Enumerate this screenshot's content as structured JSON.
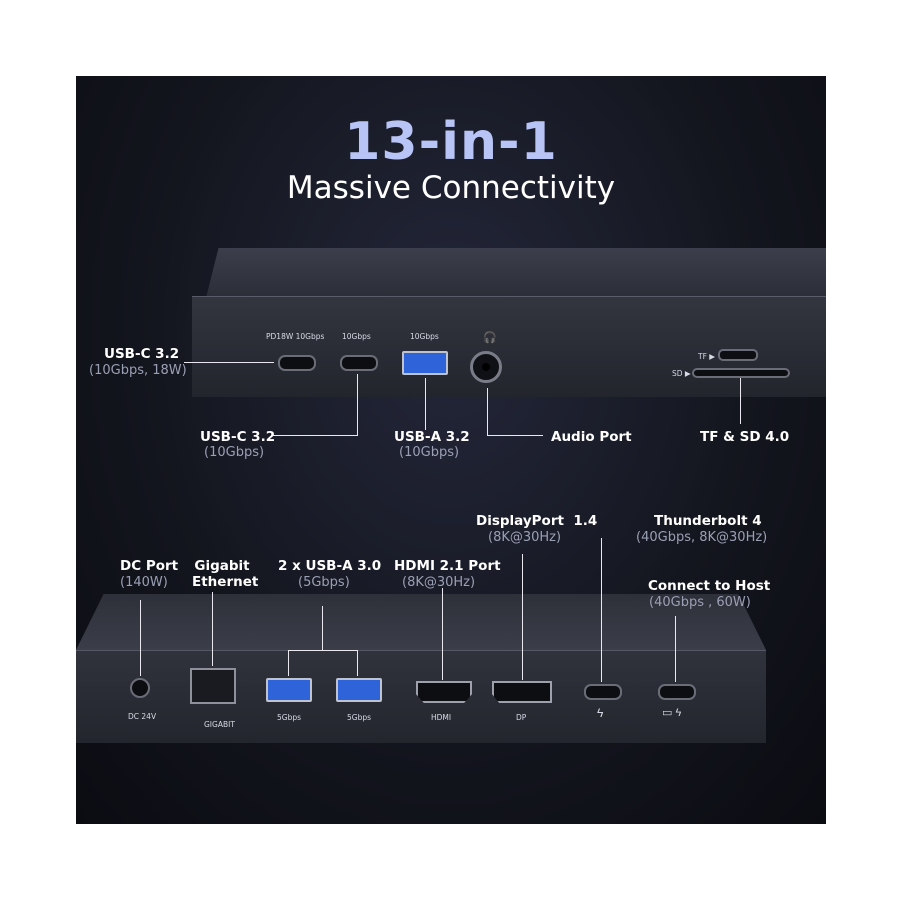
{
  "title": "13-in-1",
  "subtitle": "Massive Connectivity",
  "top_callouts": [
    {
      "label": "USB-C 3.2",
      "detail": "(10Gbps, 18W)"
    },
    {
      "label": "USB-C 3.2",
      "detail": "(10Gbps)"
    },
    {
      "label": "USB-A 3.2",
      "detail": "(10Gbps)"
    },
    {
      "label": "Audio Port"
    },
    {
      "label": "TF & SD 4.0"
    }
  ],
  "top_port_markings": {
    "pd": "PD18W 10Gbps",
    "usbc2": "10Gbps",
    "usba": "10Gbps",
    "tf": "TF ▶",
    "sd": "SD ▶"
  },
  "bottom_callouts": [
    {
      "label": "DC Port",
      "detail": "(140W)"
    },
    {
      "label": "Gigabit Ethernet"
    },
    {
      "label": "2 x USB-A 3.0",
      "detail": "(5Gbps)"
    },
    {
      "label": "HDMI 2.1 Port",
      "detail": "(8K@30Hz)"
    },
    {
      "label": "DisplayPort  1.4",
      "detail": "(8K@30Hz)"
    },
    {
      "label": "Thunderbolt 4",
      "detail": "(40Gbps, 8K@30Hz)"
    },
    {
      "label": "Connect to Host",
      "detail": "(40Gbps , 60W)"
    }
  ],
  "bottom_port_markings": {
    "dc": "DC 24V",
    "eth": "GIGABIT",
    "usba1": "5Gbps",
    "usba2": "5Gbps",
    "hdmi": "HDMI",
    "dp": "DP"
  }
}
